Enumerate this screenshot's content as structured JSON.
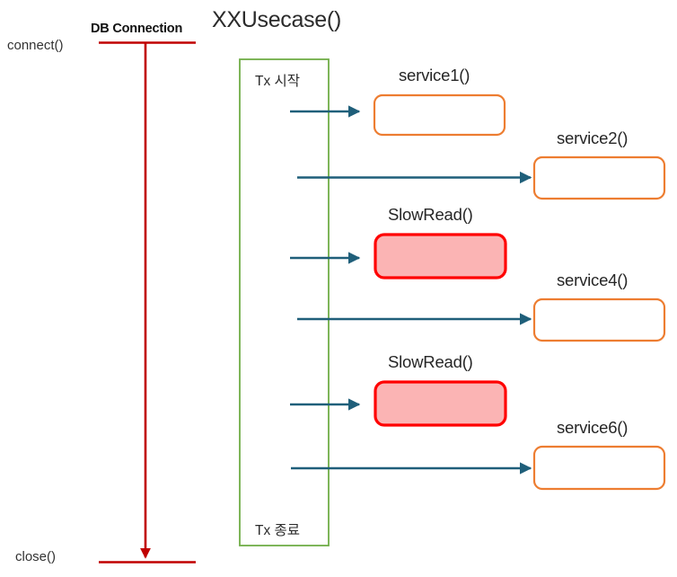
{
  "diagram": {
    "title": "XXUsecase()",
    "colors": {
      "db_line": "#C00000",
      "tx_box_border": "#70AD47",
      "arrow": "#1F5F7A",
      "service_box_border": "#ED7D31",
      "service_box_fill": "#FFFFFF",
      "slow_box_border": "#FF0000",
      "slow_box_fill": "#FBB4B4",
      "text": "#1A1A1A",
      "background": "#FFFFFF"
    },
    "lifeline": {
      "name": "DB Connection",
      "open_label": "connect()",
      "close_label": "close()"
    },
    "transaction": {
      "start_label": "Tx 시작",
      "end_label": "Tx 종료"
    },
    "steps": [
      {
        "label": "service1()",
        "kind": "service",
        "arrow": "short"
      },
      {
        "label": "service2()",
        "kind": "service",
        "arrow": "long"
      },
      {
        "label": "SlowRead()",
        "kind": "slow",
        "arrow": "short"
      },
      {
        "label": "service4()",
        "kind": "service",
        "arrow": "long"
      },
      {
        "label": "SlowRead()",
        "kind": "slow",
        "arrow": "short"
      },
      {
        "label": "service6()",
        "kind": "service",
        "arrow": "long"
      }
    ]
  }
}
